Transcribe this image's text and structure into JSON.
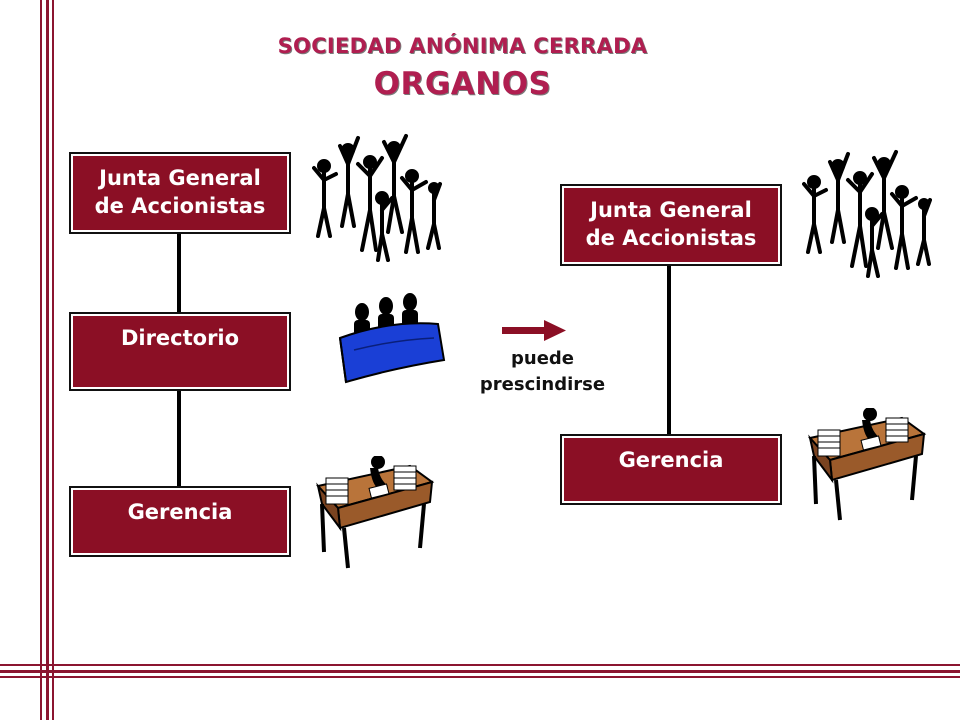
{
  "header": {
    "title": "SOCIEDAD ANÓNIMA CERRADA",
    "subtitle": "ORGANOS"
  },
  "left_chart": {
    "junta": {
      "line1": "Junta General",
      "line2": "de Accionistas"
    },
    "directorio": "Directorio",
    "gerencia": "Gerencia"
  },
  "right_chart": {
    "junta": {
      "line1": "Junta General",
      "line2": "de Accionistas"
    },
    "gerencia": "Gerencia"
  },
  "transition": {
    "label_line1": "puede",
    "label_line2": "prescindirse"
  },
  "icons": {
    "crowd": "crowd-of-people-icon",
    "board": "board-meeting-icon",
    "manager": "manager-at-desk-icon",
    "arrow": "right-arrow-icon"
  },
  "colors": {
    "box_fill": "#8b0f25",
    "title": "#b01e50",
    "frame_lines": "#8b1530",
    "board_table": "#1a3fd6",
    "desk": "#9a5a2a"
  }
}
